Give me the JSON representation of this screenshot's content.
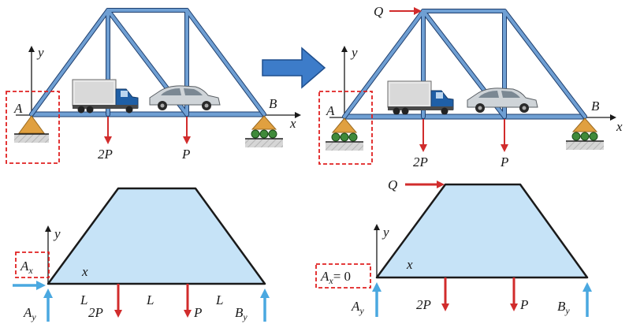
{
  "labels": {
    "y_axis": "y",
    "x_axis": "x",
    "support_left": "A",
    "support_right": "B",
    "load_left": "2P",
    "load_right": "P",
    "horizontal_load": "Q",
    "span": "L",
    "reaction_ax": "A",
    "reaction_ax_sub": "x",
    "reaction_ay": "A",
    "reaction_ay_sub": "y",
    "reaction_by": "B",
    "reaction_by_sub": "y",
    "ax_zero": "= 0"
  },
  "colors": {
    "truss_member": "#6f9fd3",
    "truss_outline": "#1f3f6e",
    "support": "#e0a040",
    "roller": "#3f8a3a",
    "load_arrow": "#d12c2c",
    "reaction_arrow": "#4aa8e0",
    "body_fill": "#c6e3f7",
    "highlight_box": "#e02020",
    "transition_arrow": "#3d7cc9"
  },
  "icons": {
    "truck": "truck-icon",
    "car": "car-icon",
    "transition": "right-arrow-icon"
  }
}
